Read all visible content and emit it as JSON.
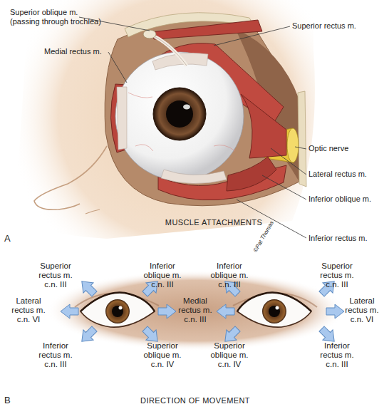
{
  "diagram": {
    "labels": [
      "Superior oblique m. (passing through trochlea)",
      "Superior rectus m.",
      "Medial rectus m.",
      "Optic nerve",
      "Lateral rectus m.",
      "Inferior oblique m.",
      "Inferior rectus m.",
      "©Pat Thomas",
      "MUSCLE ATTACHMENTS",
      "A",
      "Superior rectus m. c.n. III",
      "Inferior oblique m. c.n. III",
      "Inferior oblique m. c.n. III",
      "Superior rectus m. c.n. III",
      "Lateral rectus m. c.n. VI",
      "Medial rectus m. c.n. III",
      "Lateral rectus m. c.n. VI",
      "Inferior rectus m. c.n. III",
      "Superior oblique m. c.n. IV",
      "Superior oblique m. c.n. IV",
      "Inferior rectus m. c.n. III",
      "DIRECTION OF MOVEMENT",
      "B"
    ]
  }
}
